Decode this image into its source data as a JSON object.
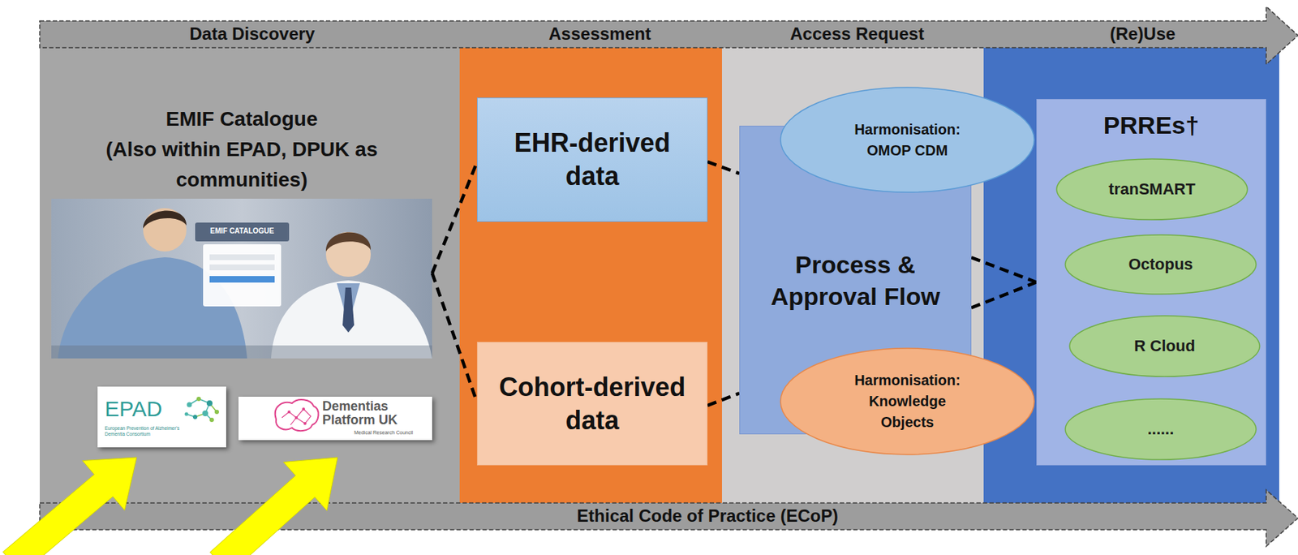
{
  "diagram": {
    "nodes": [
      {
        "text": [
          "Data Discovery",
          "Assessment",
          "Access Request",
          "(Re)Use"
        ]
      },
      {
        "text": [
          "EMIF Catalogue",
          "(Also within EPAD, DPUK as communities)"
        ]
      },
      {
        "text": [
          "EPAD",
          "European Prevention of Alzheimer's Dementia Consortium"
        ]
      },
      {
        "text": [
          "Dementias Platform UK",
          "Medical Research Council"
        ]
      },
      {
        "text": [
          "EHR-derived data"
        ]
      },
      {
        "text": [
          "Cohort-derived data"
        ]
      },
      {
        "text": [
          "Process & Approval Flow"
        ]
      },
      {
        "text": [
          "Harmonisation:",
          "OMOP CDM"
        ]
      },
      {
        "text": [
          "Harmonisation:",
          "Knowledge Objects"
        ]
      },
      {
        "text": [
          "PRREs†"
        ]
      },
      {
        "text": [
          "tranSMART"
        ],
        "in": 9
      },
      {
        "text": [
          "Octopus"
        ],
        "in": 9
      },
      {
        "text": [
          "R Cloud"
        ],
        "in": 9
      },
      {
        "text": [
          "......"
        ],
        "in": 9
      },
      {
        "text": [
          "Ethical Code of Practice (ECoP)"
        ]
      }
    ],
    "edges": [
      {
        "from": 1,
        "to": 4,
        "arrow": "none"
      },
      {
        "from": 1,
        "to": 5,
        "arrow": "none"
      },
      {
        "from": 4,
        "to": 6,
        "arrow": "none"
      },
      {
        "from": 5,
        "to": 6,
        "arrow": "none"
      },
      {
        "from": 6,
        "to": 9,
        "arrow": "none"
      },
      {
        "from": 6,
        "to": 9,
        "arrow": "none"
      }
    ],
    "labels": [
      "EMIF CATALOGUE"
    ]
  }
}
